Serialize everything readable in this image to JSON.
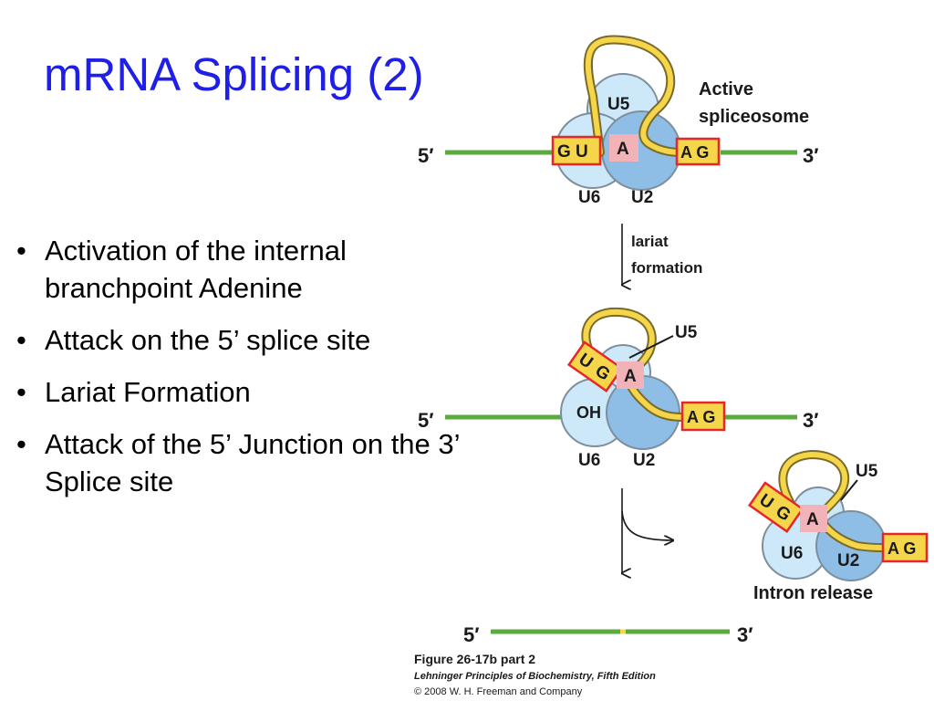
{
  "slide": {
    "title": "mRNA Splicing (2)",
    "bullets": [
      "Activation of the internal branchpoint Adenine",
      "Attack on the 5’ splice site",
      "Lariat Formation",
      "Attack of the 5’ Junction on the 3’ Splice site"
    ]
  },
  "figure": {
    "five_prime": "5′",
    "three_prime": "3′",
    "u5": "U5",
    "u6": "U6",
    "u2": "U2",
    "a": "A",
    "oh": "OH",
    "gu": "G U",
    "ug_u": "U",
    "ug_g": "G",
    "ag": "A G",
    "active_line1": "Active",
    "active_line2": "spliceosome",
    "lariat_line1": "lariat",
    "lariat_line2": "formation",
    "intron_release": "Intron release",
    "caption_title": "Figure 26-17b part 2",
    "caption_book": "Lehninger Principles of Biochemistry, Fifth Edition",
    "caption_copyright": "© 2008 W. H. Freeman and Company",
    "colors": {
      "title_blue": "#1f1fe6",
      "exon_green": "#5aab3e",
      "intron_yellow": "#f5d64b",
      "snrna_light": "#cde8f8",
      "snrna_dark": "#8ebde6",
      "site_red": "#e8262a",
      "adenine_pink": "#f1b3b8"
    }
  }
}
